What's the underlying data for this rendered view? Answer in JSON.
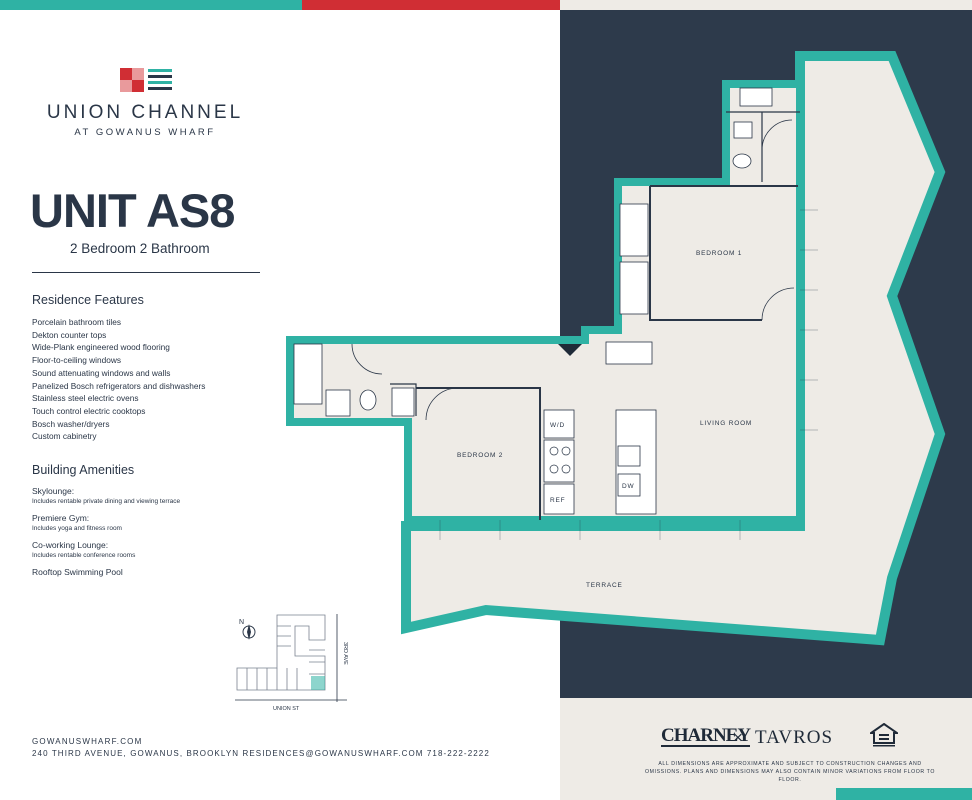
{
  "brand": {
    "name": "UNION CHANNEL",
    "subtitle": "AT GOWANUS WHARF",
    "logo_colors": [
      "#d02e34",
      "#2fb2a4",
      "#2a3647"
    ]
  },
  "unit": {
    "title": "UNIT AS8",
    "bed_bath": "2 Bedroom  2 Bathroom"
  },
  "features": {
    "heading": "Residence Features",
    "items": [
      "Porcelain bathroom tiles",
      "Dekton counter tops",
      "Wide-Plank engineered wood flooring",
      "Floor-to-ceiling windows",
      "Sound attenuating windows and walls",
      "Panelized Bosch refrigerators and dishwashers",
      "Stainless steel electric ovens",
      "Touch control electric cooktops",
      "Bosch washer/dryers",
      "Custom cabinetry"
    ]
  },
  "amenities": {
    "heading": "Building Amenities",
    "items": [
      {
        "name": "Skylounge:",
        "desc": "Includes rentable private dining and viewing terrace"
      },
      {
        "name": "Premiere Gym:",
        "desc": "Includes yoga and fitness room"
      },
      {
        "name": "Co-working Lounge:",
        "desc": "Includes rentable conference rooms"
      },
      {
        "name": "Rooftop Swimming Pool",
        "desc": ""
      }
    ]
  },
  "keyplan": {
    "street_bottom": "UNION ST",
    "street_right": "3RD AVE",
    "north": "N"
  },
  "floorplan": {
    "rooms": {
      "bedroom1": "BEDROOM 1",
      "bedroom2": "BEDROOM 2",
      "living": "LIVING ROOM",
      "terrace": "TERRACE"
    },
    "appliances": {
      "wd": "W/D",
      "ref": "REF",
      "dw": "DW"
    }
  },
  "footer": {
    "website": "GOWANUSWHARF.COM",
    "address_line": "240 THIRD AVENUE, GOWANUS, BROOKLYN  RESIDENCES@GOWANUSWHARF.COM  718-222-2222"
  },
  "partners": {
    "charney": "CHARNEY",
    "x": "×",
    "tavros": "TAVROS",
    "eho_icon": "equal-housing-opportunity-icon"
  },
  "disclaimer": "ALL DIMENSIONS ARE APPROXIMATE AND SUBJECT TO CONSTRUCTION CHANGES AND OMISSIONS. PLANS AND DIMENSIONS MAY ALSO CONTAIN MINOR VARIATIONS FROM FLOOR TO FLOOR.",
  "colors": {
    "teal": "#2fb2a4",
    "red": "#d02e34",
    "navy": "#2d3a4b",
    "floor": "#eeebe6"
  }
}
